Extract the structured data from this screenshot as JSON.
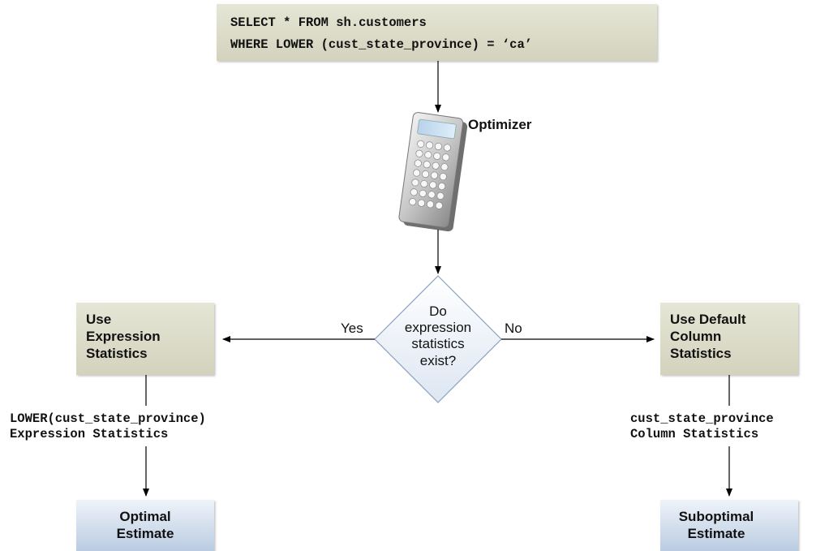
{
  "query": {
    "line1": "SELECT * FROM sh.customers",
    "line2": "WHERE LOWER (cust_state_province) = ‘ca’"
  },
  "optimizer": {
    "label": "Optimizer",
    "icon": "calculator-icon"
  },
  "decision": {
    "line1": "Do",
    "line2": "expression",
    "line3": "statistics",
    "line4": "exist?",
    "yes_label": "Yes",
    "no_label": "No"
  },
  "left_branch": {
    "box_line1": "Use",
    "box_line2": "Expression",
    "box_line3": "Statistics",
    "stat_line1": "LOWER(cust_state_province)",
    "stat_line2": "Expression Statistics",
    "result_line1": "Optimal",
    "result_line2": "Estimate"
  },
  "right_branch": {
    "box_line1": "Use Default",
    "box_line2": "Column",
    "box_line3": "Statistics",
    "stat_line1": "cust_state_province",
    "stat_line2": "Column Statistics",
    "result_line1": "Suboptimal",
    "result_line2": "Estimate"
  },
  "colors": {
    "step_box": "#dcdccb",
    "result_box_top": "#e8eef6",
    "result_box_bottom": "#b9cbe2",
    "decision_fill": "#eef3fa",
    "decision_stroke": "#8aa0bf",
    "arrow": "#000000"
  }
}
